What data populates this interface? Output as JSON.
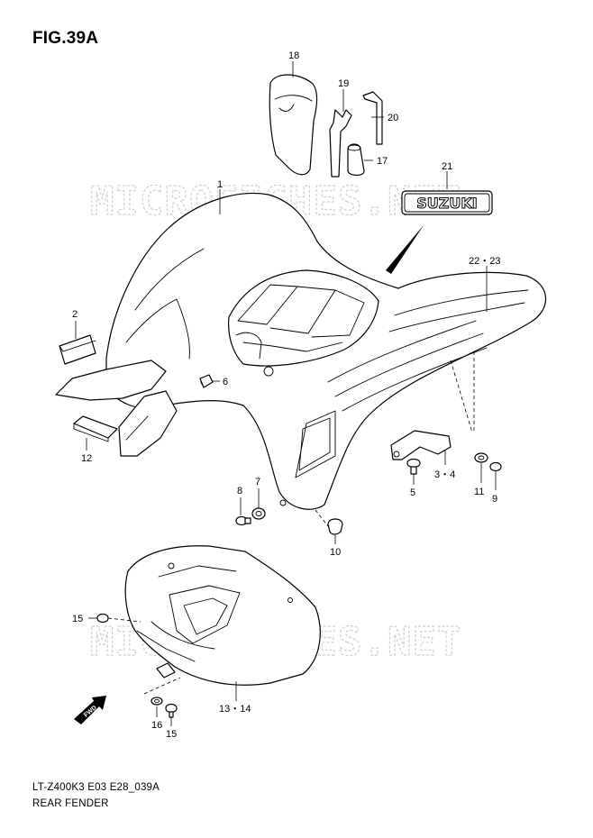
{
  "figure": {
    "title": "FIG.39A",
    "model_code": "LT-Z400K3 E03 E28_039A",
    "section_name": "REAR FENDER",
    "watermark_text": "MICROFICHES.NET",
    "emblem_text": "SUZUKI",
    "fwd_label": "FWD"
  },
  "callouts": [
    {
      "id": "c1",
      "label": "1"
    },
    {
      "id": "c2",
      "label": "2"
    },
    {
      "id": "c34",
      "label": "3・4"
    },
    {
      "id": "c5",
      "label": "5"
    },
    {
      "id": "c6",
      "label": "6"
    },
    {
      "id": "c7",
      "label": "7"
    },
    {
      "id": "c8",
      "label": "8"
    },
    {
      "id": "c9",
      "label": "9"
    },
    {
      "id": "c10",
      "label": "10"
    },
    {
      "id": "c11",
      "label": "11"
    },
    {
      "id": "c12",
      "label": "12"
    },
    {
      "id": "c1314",
      "label": "13・14"
    },
    {
      "id": "c15a",
      "label": "15"
    },
    {
      "id": "c15b",
      "label": "15"
    },
    {
      "id": "c16",
      "label": "16"
    },
    {
      "id": "c17",
      "label": "17"
    },
    {
      "id": "c18",
      "label": "18"
    },
    {
      "id": "c19",
      "label": "19"
    },
    {
      "id": "c20",
      "label": "20"
    },
    {
      "id": "c21",
      "label": "21"
    },
    {
      "id": "c2223",
      "label": "22・23"
    }
  ],
  "colors": {
    "line": "#000000",
    "background": "#ffffff",
    "watermark": "#cfcfcf"
  }
}
